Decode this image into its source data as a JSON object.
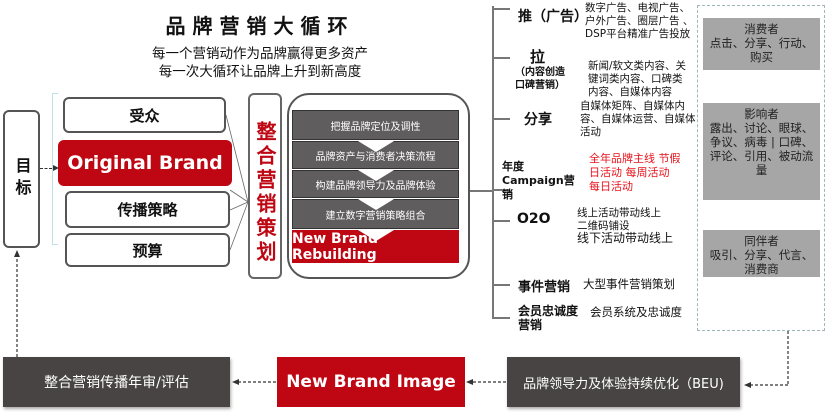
{
  "title": "品牌营销大循环",
  "subtitle": [
    "每一个营销动作为品牌赢得更多资产",
    "每一次大循环让品牌上升到新高度"
  ],
  "goal": "目标",
  "inputs": [
    "受众",
    "Original Brand",
    "传播策略",
    "预算"
  ],
  "integrated": "整合营销策划",
  "steps": [
    "把握品牌定位及调性",
    "品牌资产与消费者决策流程",
    "构建品牌领导力及品牌体验",
    "建立数字营销策略组合",
    "New Brand Rebuilding"
  ],
  "tactics": [
    {
      "label": "推（广告）",
      "desc": "数字广告、电视广告、户外广告、圈层广告 、DSP平台精准广告投放"
    },
    {
      "label": "拉",
      "sublabel": "（内容创造口碑营销）",
      "desc": "新闻/软文类内容、关键词类内容、口碑类内容、自媒体内容"
    },
    {
      "label": "分享",
      "desc": "自媒体矩阵、自媒体内容、自媒体运营、自媒体活动"
    },
    {
      "label": "年度Campaign营销",
      "desc": "全年品牌主线 节假日活动 每周活动 每日活动"
    },
    {
      "label": "O2O",
      "desc1": "线上活动带动线上",
      "desc2": "二维码铺设",
      "desc3": "线下活动带动线上"
    },
    {
      "label": "事件营销",
      "desc": "大型事件营销策划"
    },
    {
      "label": "会员忠诚度营销",
      "desc": "会员系统及忠诚度"
    }
  ],
  "audiences": [
    {
      "title": "消费者",
      "desc": "点击、分享、行动、购买"
    },
    {
      "title": "影响者",
      "desc": "露出、讨论、眼球、争议、病毒 | 口碑、评论、引用、被动流量"
    },
    {
      "title": "同伴者",
      "desc": "吸引、分享、代言、消费商"
    }
  ],
  "bottom": [
    "整合营销传播年审/评估",
    "New Brand Image",
    "品牌领导力及体验持续优化（BEU)"
  ],
  "colors": {
    "accent": "#be0712",
    "dark": "#474443",
    "gray": "#a6a6a6"
  }
}
